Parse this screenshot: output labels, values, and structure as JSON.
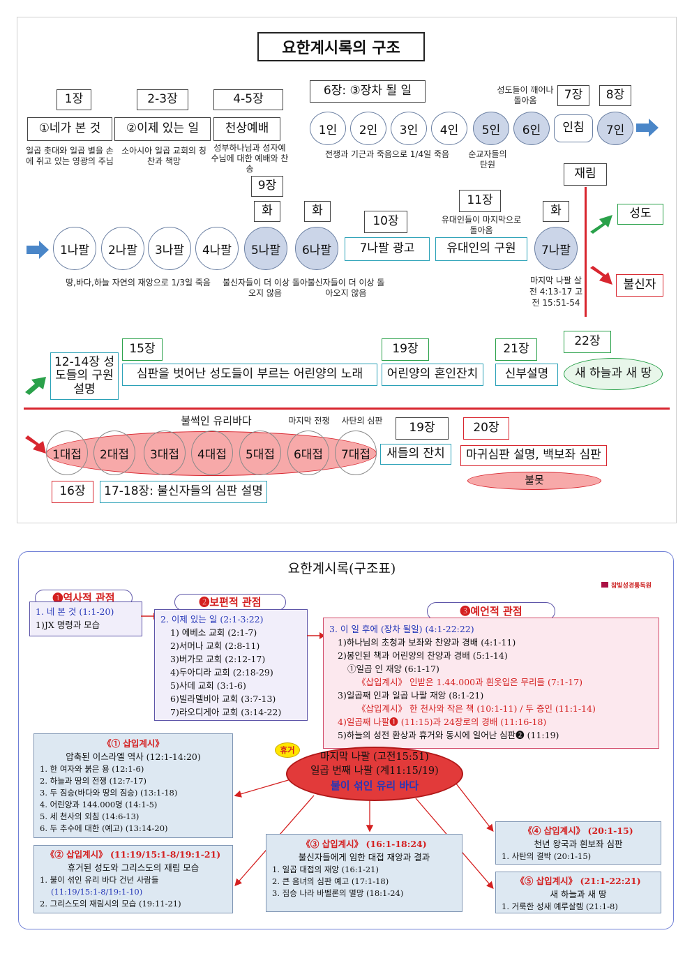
{
  "top": {
    "title": "요한계시록의 구조",
    "row1": {
      "ch1": "1장",
      "ch23": "2-3장",
      "ch45": "4-5장",
      "ch6": "6장: ③장차 될 일",
      "box1": "①네가 본 것",
      "box2": "②이제 있는 일",
      "box3": "천상예배",
      "note1": "일곱 촛대와 일곱 별을 손에 쥐고 있는 영광의 주님",
      "note2": "소아시아 일곱 교회의 칭찬과 책망",
      "note3": "성부하나님과 성자예수님에 대한 예배와 찬송",
      "seals": [
        "1인",
        "2인",
        "3인",
        "4인",
        "5인",
        "6인",
        "인침",
        "7인"
      ],
      "note_seals": "전쟁과 기근과 죽음으로 1/4일 죽음",
      "note_martyr": "순교자들의 탄원",
      "note_saints_wake": "성도들이 깨어나 돌아옴",
      "ch7": "7장",
      "ch8": "8장"
    },
    "row2": {
      "ch9": "9장",
      "woe": "화",
      "ch10": "10장",
      "ch11": "11장",
      "trumpets": [
        "1나팔",
        "2나팔",
        "3나팔",
        "4나팔",
        "5나팔",
        "6나팔"
      ],
      "box_ad": "7나팔 광고",
      "box_jew": "유대인의 구원",
      "t7": "7나팔",
      "note_nature": "땅,바다,하늘 자연의 재앙으로 1/3일 죽음",
      "note_5": "불신자들이 더 이상 돌아오지 않음",
      "note_6": "불신자들이 더 이상 돌아오지 않음",
      "note_jew": "유대인들이 마지막으로 돌아옴",
      "note_last": "마지막 나팔 살전 4:13-17 고전 15:51-54",
      "second_coming": "재림",
      "saints": "성도",
      "unbelievers": "불신자"
    },
    "row3": {
      "box_1214": "12-14장 성도들의 구원 설명",
      "ch15": "15장",
      "song": "심판을 벗어난 성도들이 부르는 어린양의 노래",
      "ch19": "19장",
      "wedding": "어린양의 혼인잔치",
      "ch21": "21장",
      "bride": "신부설명",
      "ch22": "22장",
      "newearth": "새 하늘과 새 땅"
    },
    "row4": {
      "glass": "불썩인 유리바다",
      "lastwar": "마지막 전쟁",
      "satan": "사탄의 심판",
      "bowls": [
        "1대접",
        "2대접",
        "3대접",
        "4대접",
        "5대접",
        "6대접",
        "7대접"
      ],
      "birds": "새들의 잔치",
      "ch19b": "19장",
      "ch20": "20장",
      "judgment": "마귀심판 설명, 백보좌 심판",
      "lake": "불못",
      "ch16": "16장",
      "ch1718": "17-18장: 불신자들의 심판 설명"
    }
  },
  "bottom": {
    "title": "요한계시록(구조표)",
    "logo": "참빛성경통독원",
    "h1": "❶역사적 관점",
    "h2": "❷보편적 관점",
    "h3": "❸예언적 관점",
    "b1": [
      "1. 네 본 것 (1:1-20)",
      "1)JX 명령과 모습"
    ],
    "b2_head": "2. 이제 있는 일 (2:1-3:22)",
    "b2": [
      "1) 에베소 교회 (2:1-7)",
      "2)서머나 교회 (2:8-11)",
      "3)버가모 교회 (2:12-17)",
      "4)두아디라 교회 (2:18-29)",
      "5)사데 교회 (3:1-6)",
      "6)빌라델비아 교회 (3:7-13)",
      "7)라오디게아 교회 (3:14-22)"
    ],
    "b3_head": "3. 이 일 후에 (장차 될일) (4:1-22:22)",
    "b3": [
      "1)하나님의 초청과 보좌와 찬양과 경배 (4:1-11)",
      "2)봉인된 책과 어린양의 찬양과 경배 (5:1-14)",
      "①일곱 인 재앙 (6:1-17)",
      "《삽입계시》 인받은 1.44.000과 흰옷입은 무리들 (7:1-17)",
      "3)일곱째 인과 일곱 나팔 재앙 (8:1-21)",
      "《삽입계시》 한 천사와 작은 책 (10:1-11) / 두 증인 (11:1-14)",
      "4)일곱째 나팔❶ (11:15)과 24장로의 경배 (11:16-18)",
      "5)하늘의 성전 환상과 휴거와 동시에 일어난 심판❷ (11:19)"
    ],
    "center": [
      "마지막 나팔 (고전15:51)",
      "일곱 번째 나팔 (계11:15/19)",
      "불이 섞인 유리 바다"
    ],
    "rapture": "휴거",
    "i1_head": "《① 삽입계시》",
    "i1_sub": "압축된 이스라엘 역사 (12:1-14:20)",
    "i1": [
      "1. 한 여자와 붉은 용 (12:1-6)",
      "2. 하늘과 땅의 전쟁 (12:7-17)",
      "3. 두 짐승(바다와 땅의 짐승) (13:1-18)",
      "4. 어린양과 144.000명 (14:1-5)",
      "5. 세 천사의 외침 (14:6-13)",
      "6. 두 추수에 대한 (예고) (13:14-20)"
    ],
    "i2_head": "《② 삽입계시》 (11:19/15:1-8/19:1-21)",
    "i2_sub": "휴거된 성도와 그리스도의 재림 모습",
    "i2": [
      "1. 불이 섞인 유리 바다 건넌 사람들",
      "(11:19/15:1-8/19:1-10)",
      "2. 그리스도의 재림시의 모습 (19:11-21)"
    ],
    "i3_head": "《③ 삽입계시》 (16:1-18:24)",
    "i3_sub": "불신자들에게 임한 대접 재앙과 결과",
    "i3": [
      "1. 일곱 대접의 재앙 (16:1-21)",
      "2. 큰 음녀의 심판 예고 (17:1-18)",
      "3. 짐승 나라 바벨론의 멸망 (18:1-24)"
    ],
    "i4_head": "《④ 삽입계시》 (20:1-15)",
    "i4_sub": "천년 왕국과 흰보좌 심판",
    "i4": [
      "1. 사탄의 결박 (20:1-15)"
    ],
    "i5_head": "《⑤ 삽입계시》 (21:1-22:21)",
    "i5_sub": "새 하늘과 새 땅",
    "i5": [
      "1. 거룩한 성새 예루살렘 (21:1-8)"
    ]
  },
  "colors": {
    "red": "#d8262f",
    "green": "#2aa14a",
    "teal": "#2aa1b7",
    "blue": "#4a86c8",
    "pink": "#fce8ee",
    "lavender": "#f1eefa"
  }
}
